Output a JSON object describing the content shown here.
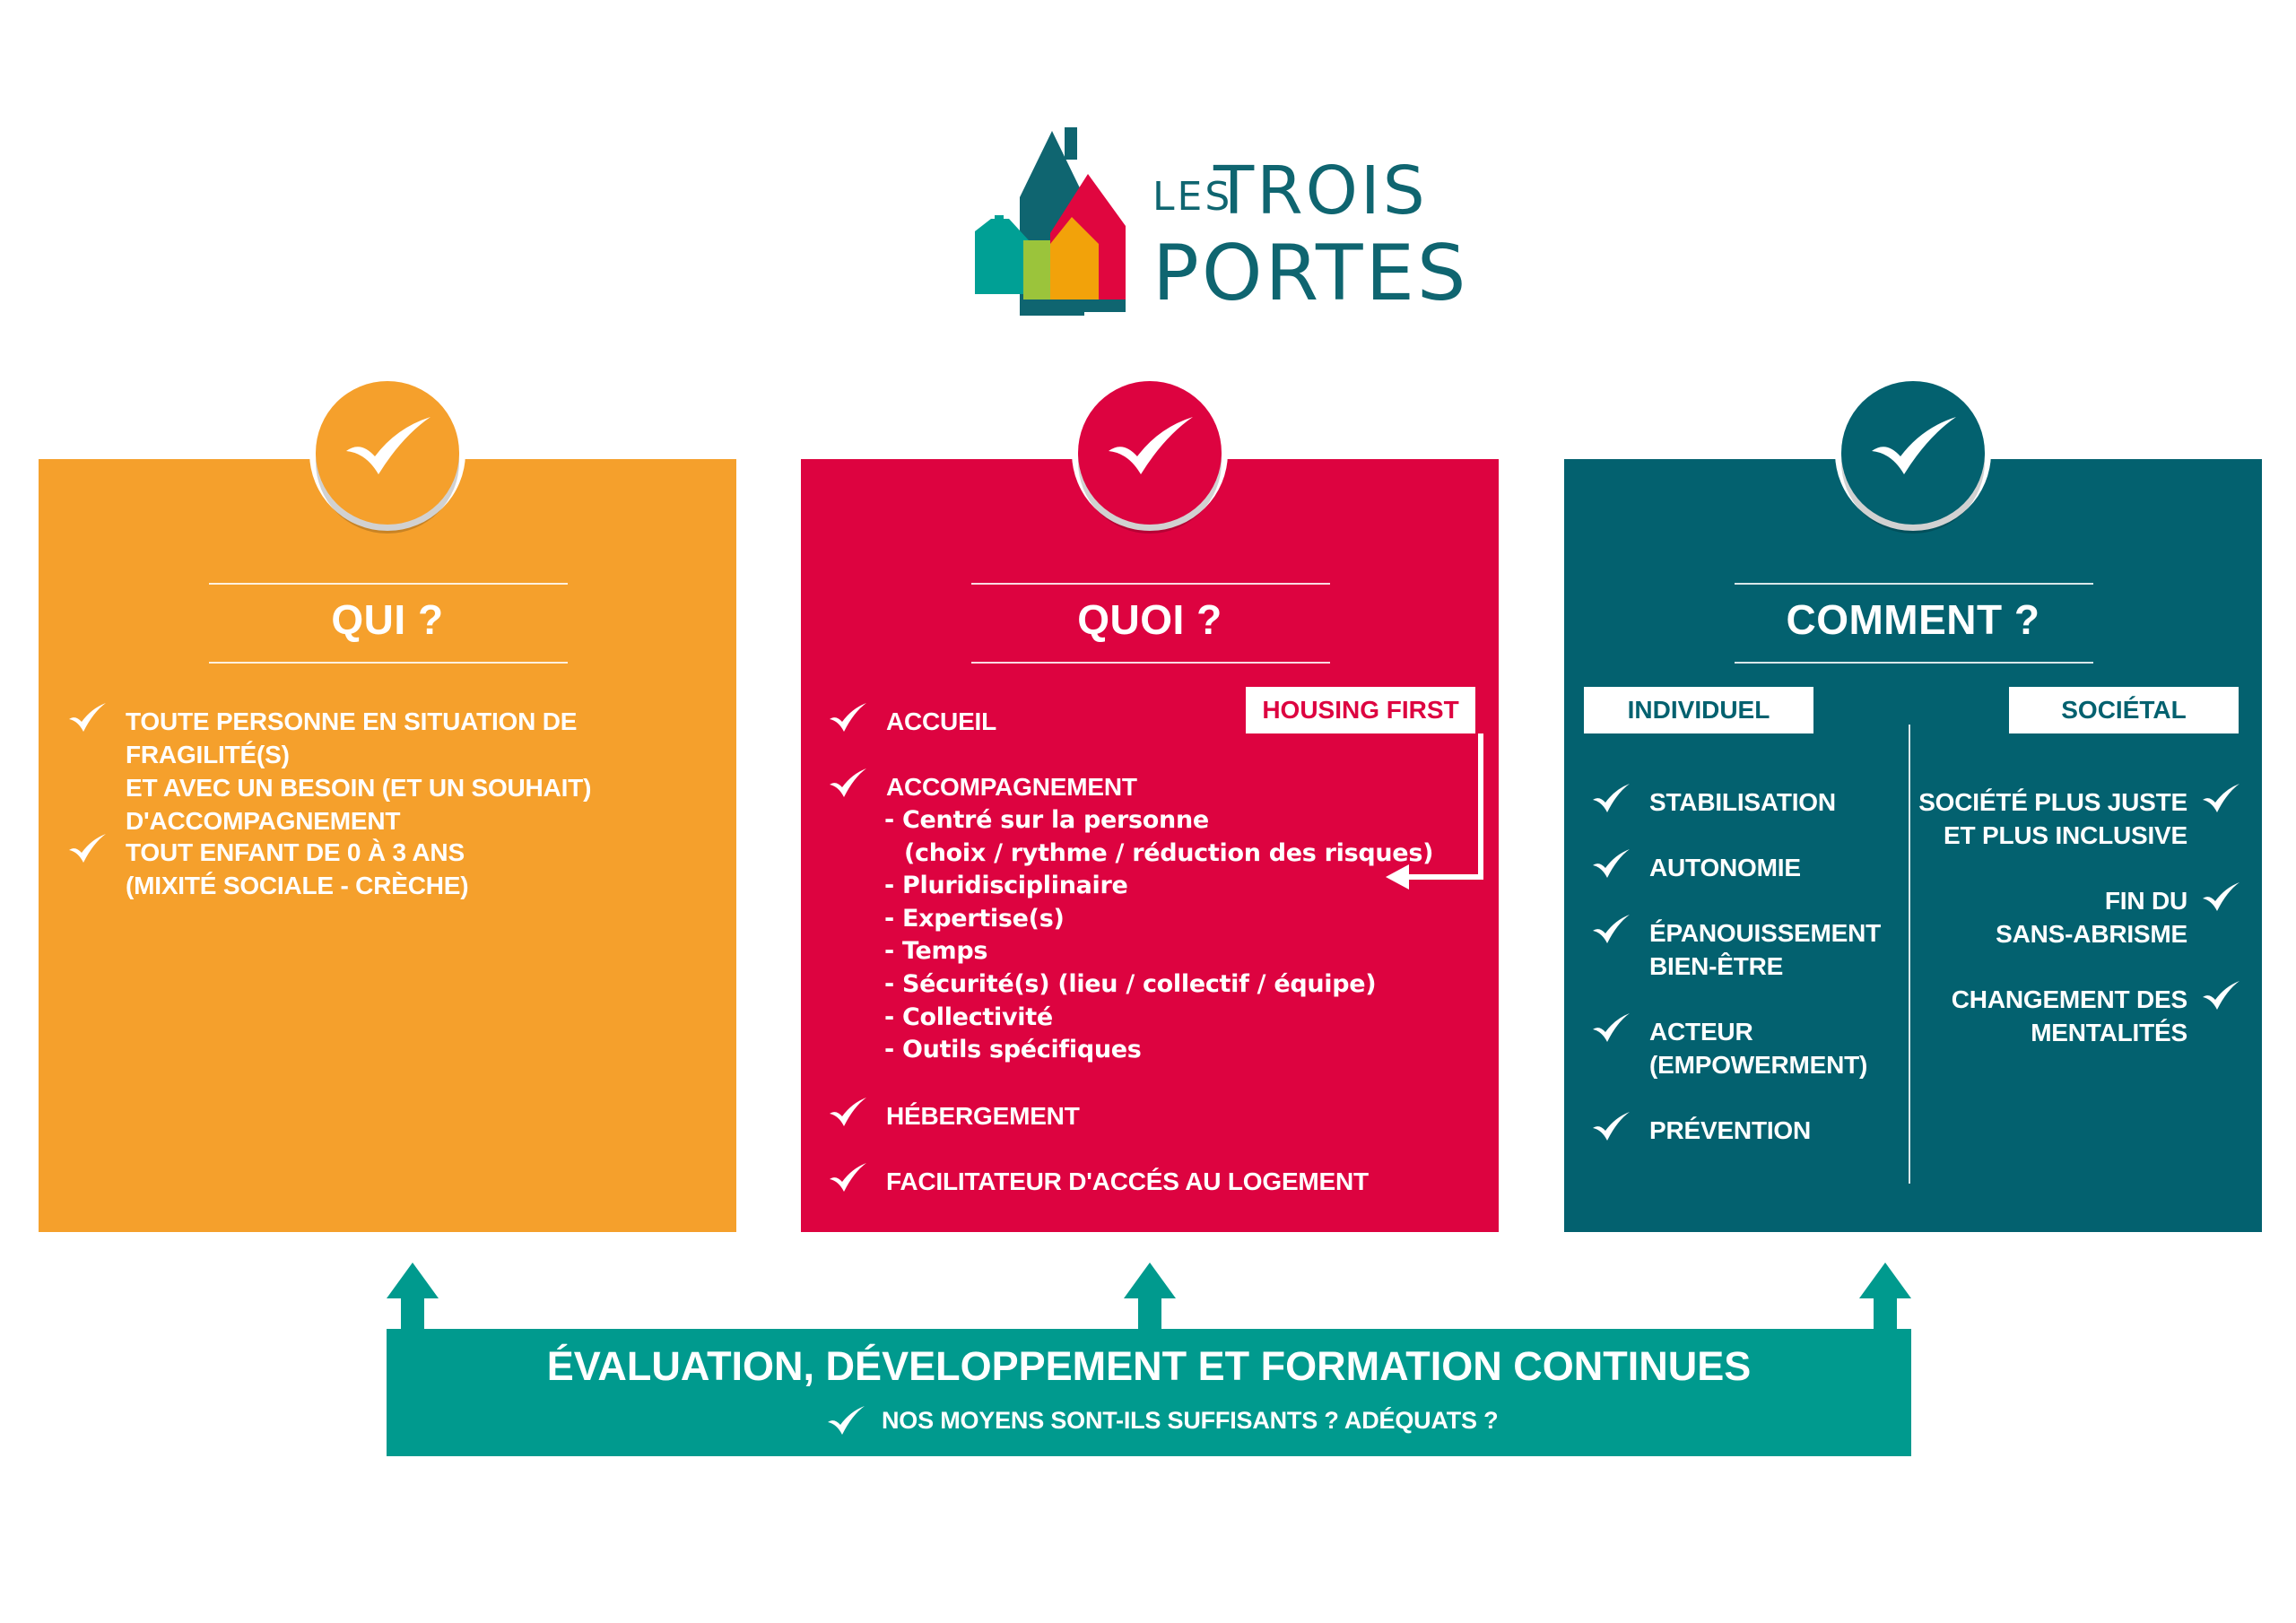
{
  "logo": {
    "line1_small": "LES",
    "line1_big": "TROIS",
    "line2": "PORTES",
    "colors": {
      "teal": "#0f6570",
      "green": "#00a095",
      "lime": "#9bc43b",
      "red": "#e0063f",
      "orange": "#f2a20a"
    }
  },
  "colors": {
    "qui": "#f5a02c",
    "quoi": "#dd0340",
    "comment": "#03616f",
    "bottom": "#009a8e",
    "white": "#ffffff"
  },
  "qui": {
    "title": "QUI ?",
    "badge_icon": "checkmark-icon",
    "items": [
      {
        "lines": [
          "TOUTE PERSONNE EN SITUATION DE FRAGILITÉ(S)",
          "ET AVEC UN BESOIN (ET UN SOUHAIT)",
          "D'ACCOMPAGNEMENT"
        ]
      },
      {
        "lines": [
          "TOUT ENFANT DE 0 À 3 ANS",
          "(MIXITÉ SOCIALE - CRÈCHE)"
        ]
      }
    ]
  },
  "quoi": {
    "title": "QUOI ?",
    "badge_icon": "checkmark-icon",
    "tag": "HOUSING FIRST",
    "items": [
      {
        "label": "ACCUEIL"
      },
      {
        "label": "ACCOMPAGNEMENT"
      },
      {
        "label": "HÉBERGEMENT"
      },
      {
        "label": "FACILITATEUR D'ACCÉS AU LOGEMENT"
      }
    ],
    "subitems": [
      "-  Centré sur la personne",
      "(choix / rythme / réduction des risques)",
      "-  Pluridisciplinaire",
      "-  Expertise(s)",
      "-  Temps",
      "-  Sécurité(s) (lieu / collectif / équipe)",
      "-  Collectivité",
      "-  Outils spécifiques"
    ]
  },
  "comment": {
    "title": "COMMENT ?",
    "badge_icon": "checkmark-icon",
    "individuel": {
      "tag": "INDIVIDUEL",
      "items": [
        {
          "lines": [
            "STABILISATION"
          ]
        },
        {
          "lines": [
            "AUTONOMIE"
          ]
        },
        {
          "lines": [
            "ÉPANOUISSEMENT",
            "BIEN-ÊTRE"
          ]
        },
        {
          "lines": [
            "ACTEUR",
            "(EMPOWERMENT)"
          ]
        },
        {
          "lines": [
            "PRÉVENTION"
          ]
        }
      ]
    },
    "societal": {
      "tag": "SOCIÉTAL",
      "items": [
        {
          "lines": [
            "SOCIÉTÉ PLUS JUSTE",
            "ET PLUS INCLUSIVE"
          ]
        },
        {
          "lines": [
            "FIN DU",
            "SANS-ABRISME"
          ]
        },
        {
          "lines": [
            "CHANGEMENT DES",
            "MENTALITÉS"
          ]
        }
      ]
    }
  },
  "bottom": {
    "title": "ÉVALUATION, DÉVELOPPEMENT ET FORMATION CONTINUES",
    "subtitle": "NOS MOYENS SONT-ILS SUFFISANTS ? ADÉQUATS ?"
  }
}
